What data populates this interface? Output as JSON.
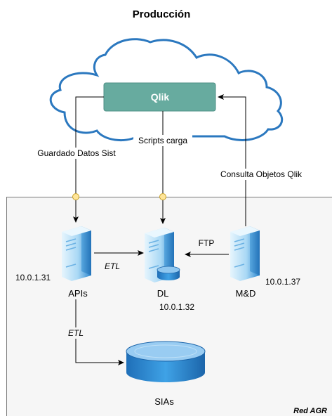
{
  "title": "Producción",
  "cloud": {
    "service": "Qlik"
  },
  "links": {
    "guardado": "Guardado Datos Sist",
    "scripts": "Scripts carga",
    "consulta": "Consulta Objetos Qlik",
    "etl_apis_dl": "ETL",
    "etl_apis_sias": "ETL",
    "ftp": "FTP"
  },
  "nodes": {
    "apis": {
      "name": "APIs",
      "ip": "10.0.1.31"
    },
    "dl": {
      "name": "DL",
      "ip": "10.0.1.32"
    },
    "md": {
      "name": "M&D",
      "ip": "10.0.1.37"
    },
    "sias": {
      "name": "SIAs"
    }
  },
  "network": {
    "label": "Red AGR"
  },
  "colors": {
    "qlik_box": "#67AB9F",
    "server_light": "#D4EEFB",
    "server_dark": "#2B8BD2",
    "db_top": "#99CCF2",
    "connector": "#FFE599"
  }
}
